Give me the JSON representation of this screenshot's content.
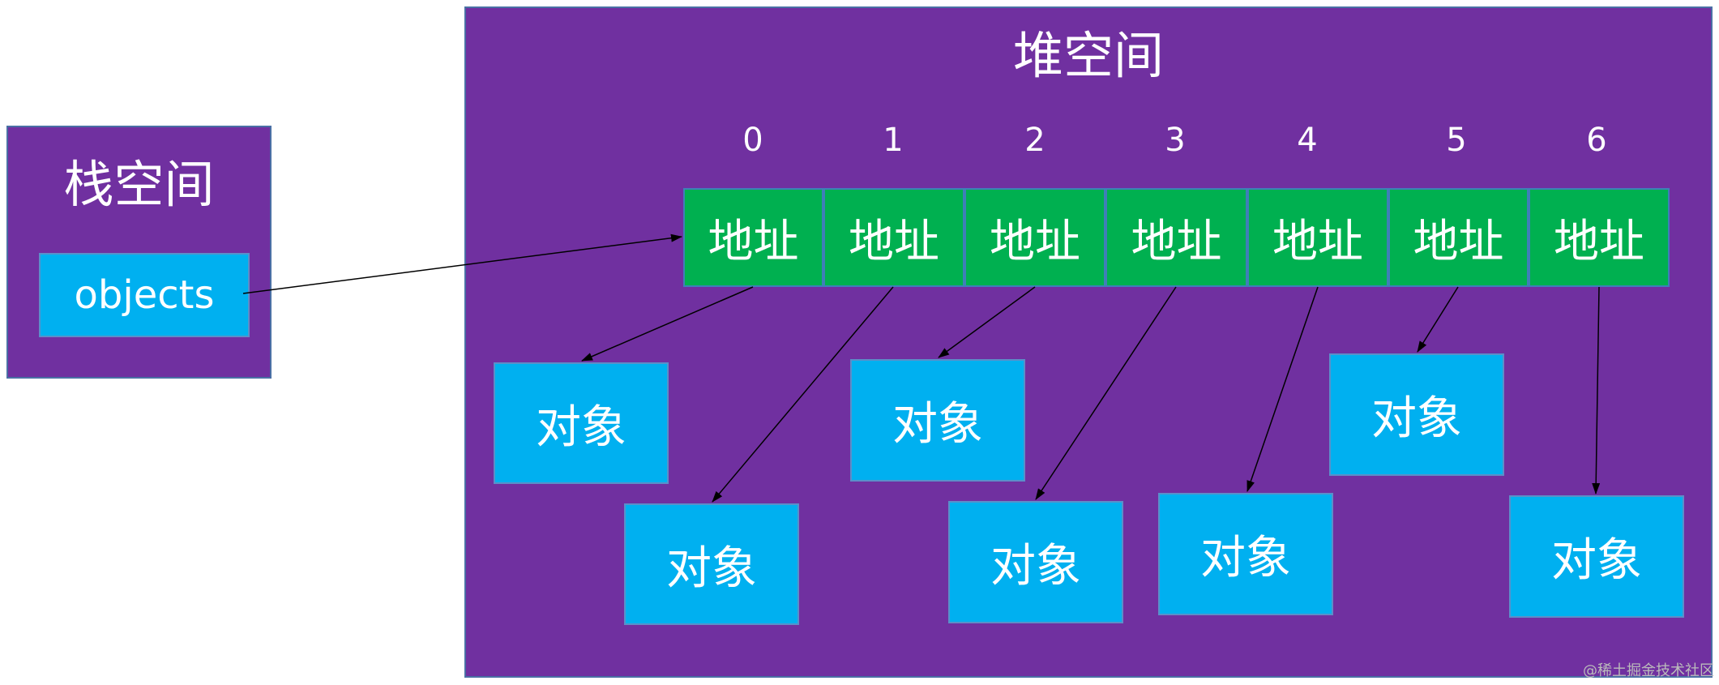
{
  "stack": {
    "title": "栈空间",
    "variable": "objects"
  },
  "heap": {
    "title": "堆空间",
    "indices": [
      "0",
      "1",
      "2",
      "3",
      "4",
      "5",
      "6"
    ],
    "cells": [
      "地址",
      "地址",
      "地址",
      "地址",
      "地址",
      "地址",
      "地址"
    ],
    "objects": [
      "对象",
      "对象",
      "对象",
      "对象",
      "对象",
      "对象",
      "对象"
    ]
  },
  "colors": {
    "space": "#7030a0",
    "object": "#00b0f0",
    "address": "#00b050"
  },
  "watermark": "@稀土掘金技术社区"
}
